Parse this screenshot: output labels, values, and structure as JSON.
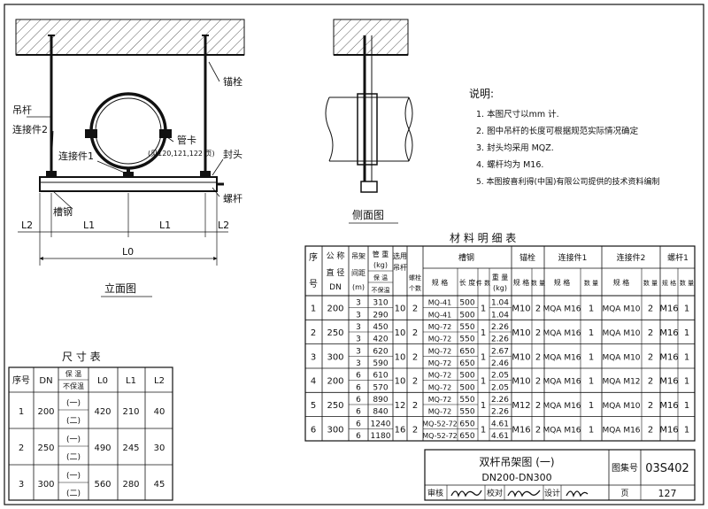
{
  "front_view": {
    "label_hanger_rod": "吊杆",
    "label_connector2": "连接件2",
    "label_connector1": "连接件1",
    "label_anchor_bolt": "锚栓",
    "label_pipe_clamp": "管卡",
    "label_pipe_clamp_ref": "(见120,121,122 页)",
    "label_end_cap": "封头",
    "label_screw_rod": "螺杆",
    "label_channel": "槽钢",
    "dim_L2": "L2",
    "dim_L1": "L1",
    "dim_L0": "L0",
    "title": "立面图"
  },
  "side_view": {
    "title": "侧面图"
  },
  "notes": {
    "heading": "说明:",
    "items": [
      "1. 本图尺寸以mm 计.",
      "2. 图中吊杆的长度可根据规范实际情况确定",
      "3. 封头均采用 MQZ.",
      "4. 螺杆均为 M16.",
      "5. 本图按喜利得(中国)有限公司提供的技术资料编制"
    ]
  },
  "dim_table": {
    "title": "尺 寸 表",
    "headers": {
      "no": "序号",
      "dn": "DN",
      "insul_top": "保 温",
      "insul_bottom": "不保温",
      "l0": "L0",
      "l1": "L1",
      "l2": "L2"
    },
    "rows": [
      {
        "no": "1",
        "dn": "200",
        "a": "(一)",
        "b": "(二)",
        "l0": "420",
        "l1": "210",
        "l2": "40"
      },
      {
        "no": "2",
        "dn": "250",
        "a": "(一)",
        "b": "(二)",
        "l0": "490",
        "l1": "245",
        "l2": "30"
      },
      {
        "no": "3",
        "dn": "300",
        "a": "(一)",
        "b": "(二)",
        "l0": "560",
        "l1": "280",
        "l2": "45"
      }
    ]
  },
  "mat_table": {
    "title": "材 料 明 细 表",
    "headers": {
      "no_top": "序",
      "no_bottom": "号",
      "dn_top": "公 称",
      "dn_mid": "直 径",
      "dn_bottom": "DN",
      "sp_top": "吊架",
      "sp_mid": "间距",
      "sp_bottom": "(m)",
      "w_top": "管 重",
      "w_mid": "(kg)",
      "w_ins": "保 温",
      "w_noins": "不保温",
      "rod_top": "选用",
      "rod_bottom": "吊杆",
      "bolt_top": "螺栓",
      "bolt_bottom": "个数",
      "ch": "槽钢",
      "ch_spec": "规 格",
      "ch_len": "长 度",
      "ch_qty": "件 数",
      "ch_wt_top": "重 量",
      "ch_wt_bottom": "(kg)",
      "anchor": "锚栓",
      "conn1": "连接件1",
      "conn2": "连接件2",
      "rod": "螺杆1",
      "spec": "规 格",
      "qty": "数 量"
    },
    "rows": [
      {
        "no": "1",
        "dn": "200",
        "sp": [
          "3",
          "3"
        ],
        "w": [
          "310",
          "290"
        ],
        "r": "10",
        "b": "2",
        "ch": [
          "MQ-41",
          "MQ-41"
        ],
        "len": [
          "500",
          "500"
        ],
        "q": "1",
        "wt": [
          "1.04",
          "1.04"
        ],
        "a": "M10",
        "aq": "2",
        "c1": "MQA M16",
        "c1q": "1",
        "c2": "MQA M10",
        "c2q": "2",
        "rd": "M16",
        "rq": "1"
      },
      {
        "no": "2",
        "dn": "250",
        "sp": [
          "3",
          "3"
        ],
        "w": [
          "450",
          "420"
        ],
        "r": "10",
        "b": "2",
        "ch": [
          "MQ-72",
          "MQ-72"
        ],
        "len": [
          "550",
          "550"
        ],
        "q": "1",
        "wt": [
          "2.26",
          "2.26"
        ],
        "a": "M10",
        "aq": "2",
        "c1": "MQA M16",
        "c1q": "1",
        "c2": "MQA M10",
        "c2q": "2",
        "rd": "M16",
        "rq": "1"
      },
      {
        "no": "3",
        "dn": "300",
        "sp": [
          "3",
          "3"
        ],
        "w": [
          "620",
          "590"
        ],
        "r": "10",
        "b": "2",
        "ch": [
          "MQ-72",
          "MQ-72"
        ],
        "len": [
          "650",
          "650"
        ],
        "q": "1",
        "wt": [
          "2.67",
          "2.46"
        ],
        "a": "M10",
        "aq": "2",
        "c1": "MQA M16",
        "c1q": "1",
        "c2": "MQA M10",
        "c2q": "2",
        "rd": "M16",
        "rq": "1"
      },
      {
        "no": "4",
        "dn": "200",
        "sp": [
          "6",
          "6"
        ],
        "w": [
          "610",
          "570"
        ],
        "r": "10",
        "b": "2",
        "ch": [
          "MQ-72",
          "MQ-72"
        ],
        "len": [
          "500",
          "500"
        ],
        "q": "1",
        "wt": [
          "2.05",
          "2.05"
        ],
        "a": "M10",
        "aq": "2",
        "c1": "MQA M16",
        "c1q": "1",
        "c2": "MQA M12",
        "c2q": "2",
        "rd": "M16",
        "rq": "1"
      },
      {
        "no": "5",
        "dn": "250",
        "sp": [
          "6",
          "6"
        ],
        "w": [
          "890",
          "840"
        ],
        "r": "12",
        "b": "2",
        "ch": [
          "MQ-72",
          "MQ-72"
        ],
        "len": [
          "550",
          "550"
        ],
        "q": "1",
        "wt": [
          "2.26",
          "2.26"
        ],
        "a": "M12",
        "aq": "2",
        "c1": "MQA M16",
        "c1q": "1",
        "c2": "MQA M10",
        "c2q": "2",
        "rd": "M16",
        "rq": "1"
      },
      {
        "no": "6",
        "dn": "300",
        "sp": [
          "6",
          "6"
        ],
        "w": [
          "1240",
          "1180"
        ],
        "r": "16",
        "b": "2",
        "ch": [
          "MQ-52-72",
          "MQ-52-72"
        ],
        "len": [
          "650",
          "650"
        ],
        "q": "1",
        "wt": [
          "4.61",
          "4.61"
        ],
        "a": "M16",
        "aq": "2",
        "c1": "MQA M16",
        "c1q": "1",
        "c2": "MQA M16",
        "c2q": "2",
        "rd": "M16",
        "rq": "1"
      }
    ]
  },
  "title_block": {
    "title": "双杆吊架图  (一)",
    "subtitle": "DN200-DN300",
    "atlas_label": "图集号",
    "atlas_no": "03S402",
    "review": "审核",
    "check": "校对",
    "design": "设计",
    "page_label": "页",
    "page_no": "127"
  }
}
